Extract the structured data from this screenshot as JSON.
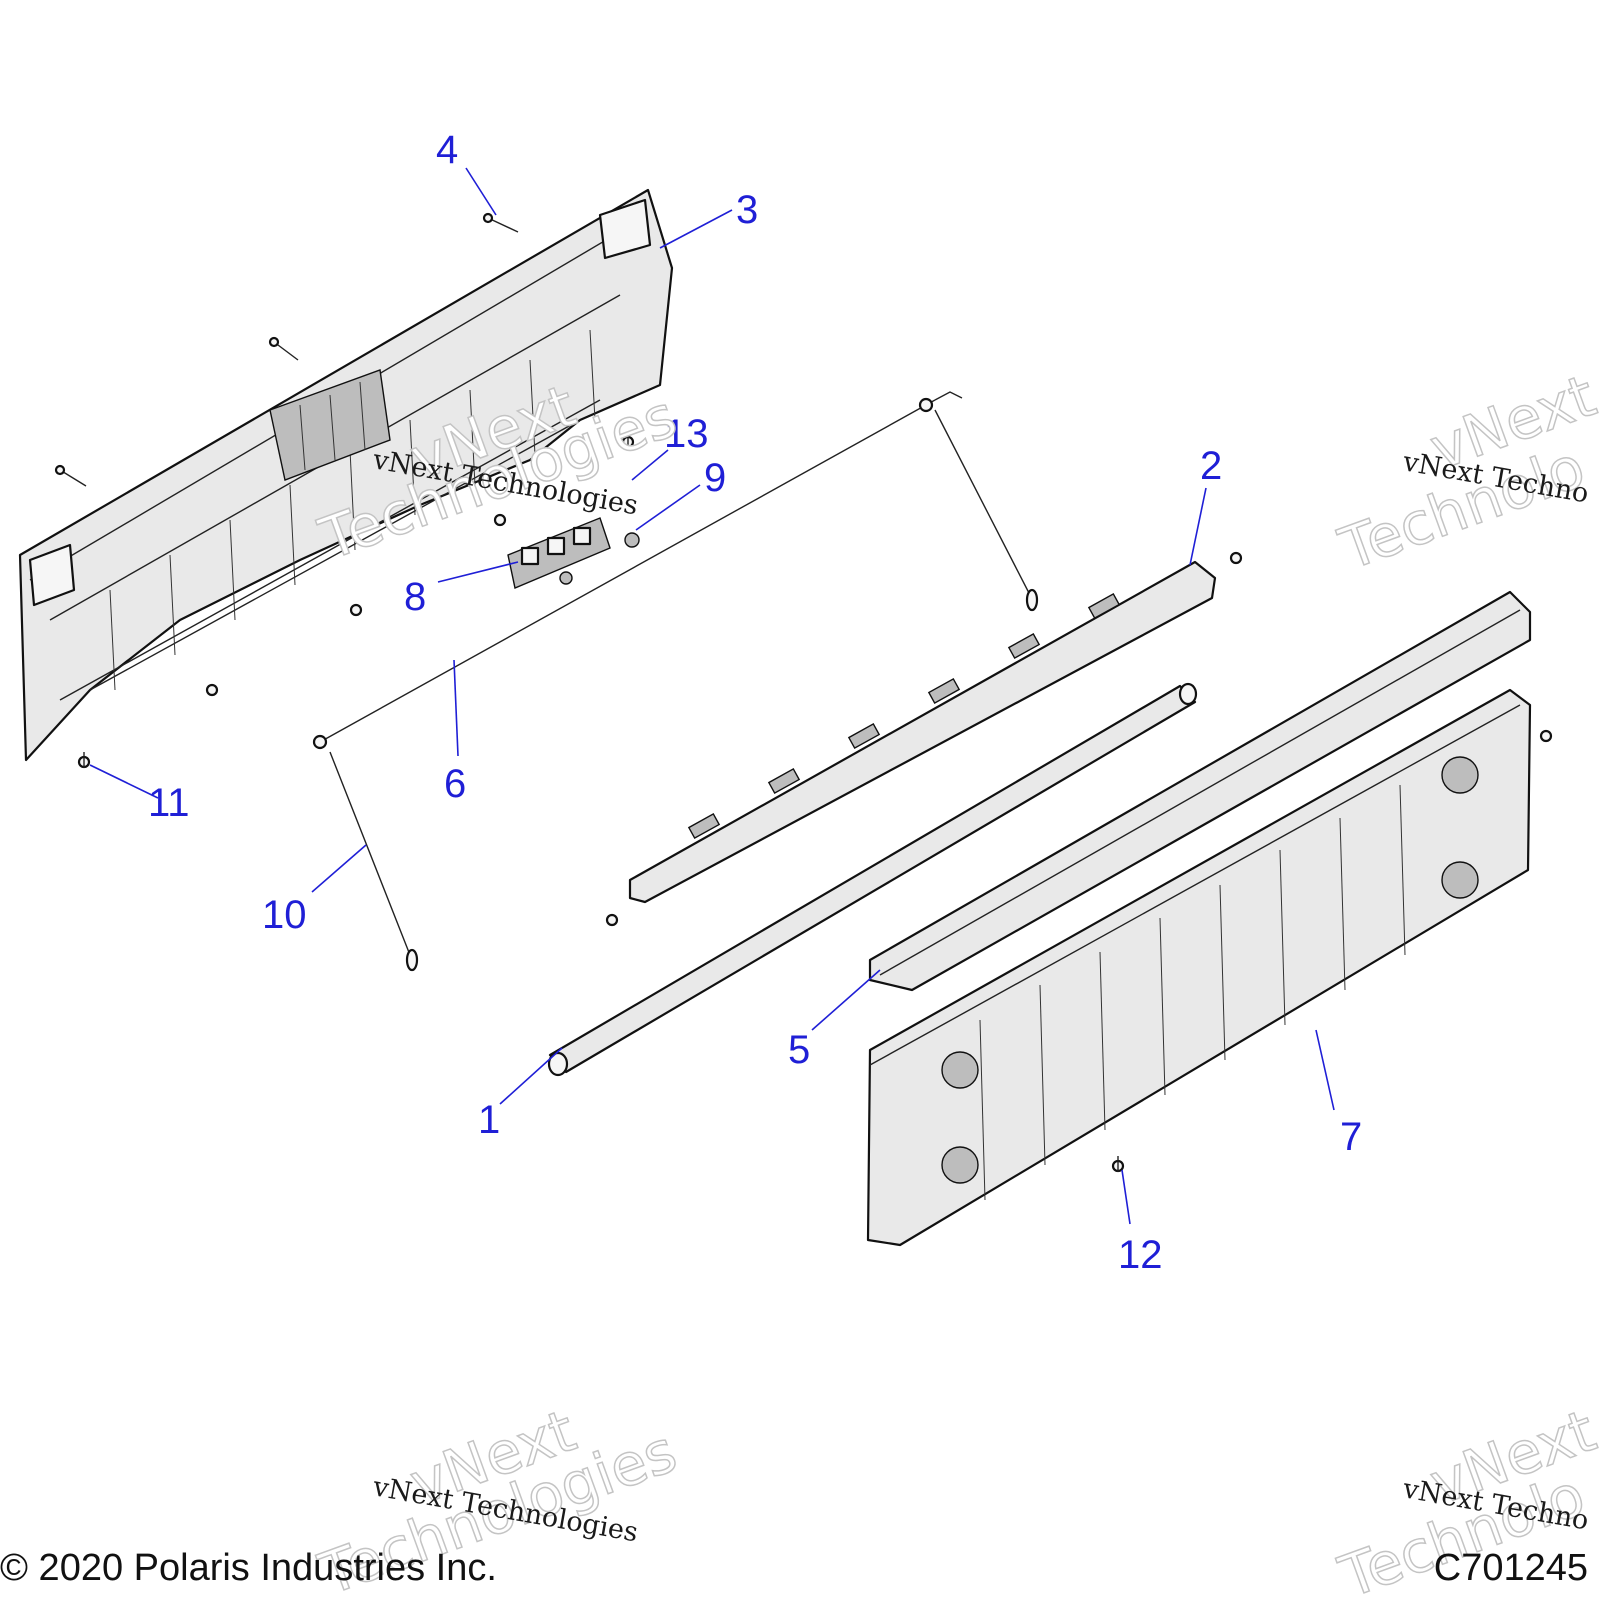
{
  "callouts": [
    "1",
    "2",
    "3",
    "4",
    "5",
    "6",
    "7",
    "8",
    "9",
    "10",
    "11",
    "12",
    "13"
  ],
  "watermark": {
    "brand": "vNext",
    "line": "vNext Technologies",
    "ghost": "Technologies",
    "partial_line": "vNext Techno",
    "partial_ghost": "Technolo"
  },
  "footer": {
    "copyright": "© 2020 Polaris Industries Inc.",
    "drawing_code": "C701245"
  },
  "colors": {
    "callout": "#1f1fd6",
    "line_art": "#111111"
  }
}
